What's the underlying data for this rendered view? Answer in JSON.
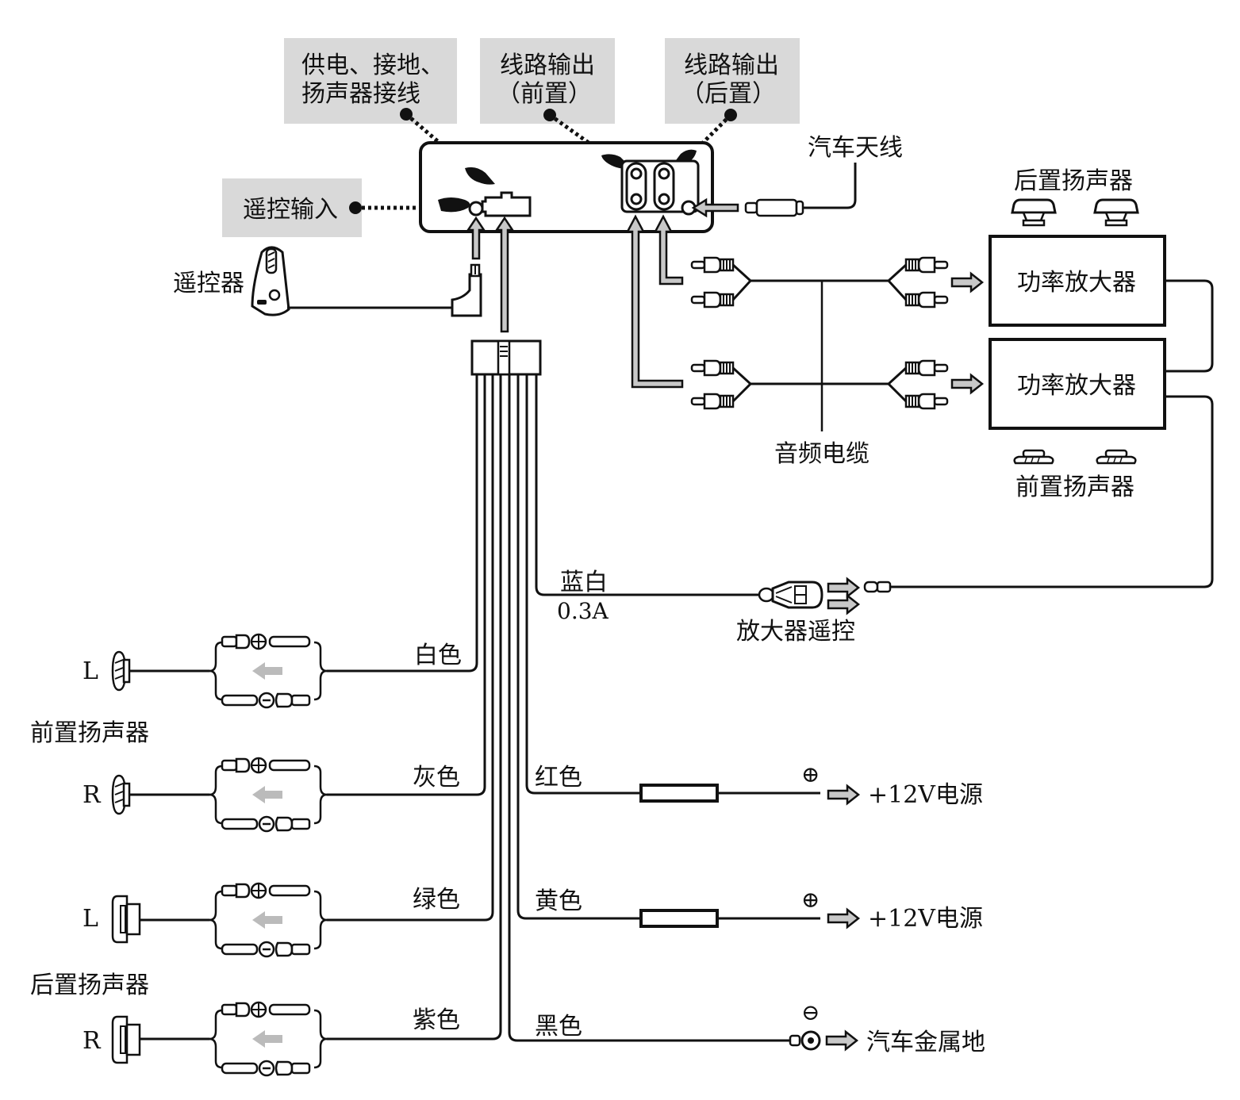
{
  "callouts": {
    "power_ground_speaker": [
      "供电、接地、",
      "扬声器接线"
    ],
    "line_out_front": [
      "线路输出",
      "（前置）"
    ],
    "line_out_rear": [
      "线路输出",
      "（后置）"
    ],
    "remote_input": "遥控输入"
  },
  "labels": {
    "remote_controller": "遥控器",
    "car_antenna": "汽车天线",
    "rear_speakers_top": "后置扬声器",
    "front_speakers_right": "前置扬声器",
    "power_amp_1": "功率放大器",
    "power_amp_2": "功率放大器",
    "audio_cable": "音频电缆",
    "blue_white": "蓝白",
    "blue_white_current": "0.3A",
    "amp_remote": "放大器遥控",
    "front_speakers_left": "前置扬声器",
    "rear_speakers_left": "后置扬声器"
  },
  "speaker_wires": [
    {
      "channel": "L",
      "color_label": "白色",
      "group": "front"
    },
    {
      "channel": "R",
      "color_label": "灰色",
      "group": "front"
    },
    {
      "channel": "L",
      "color_label": "绿色",
      "group": "rear"
    },
    {
      "channel": "R",
      "color_label": "紫色",
      "group": "rear"
    }
  ],
  "power_wires": [
    {
      "color_label": "红色",
      "polarity": "⊕",
      "target": "+12V电源"
    },
    {
      "color_label": "黄色",
      "polarity": "⊕",
      "target": "+12V电源"
    },
    {
      "color_label": "黑色",
      "polarity": "⊖",
      "target": "汽车金属地"
    }
  ],
  "symbols": {
    "plus": "⊕",
    "minus": "⊖"
  }
}
